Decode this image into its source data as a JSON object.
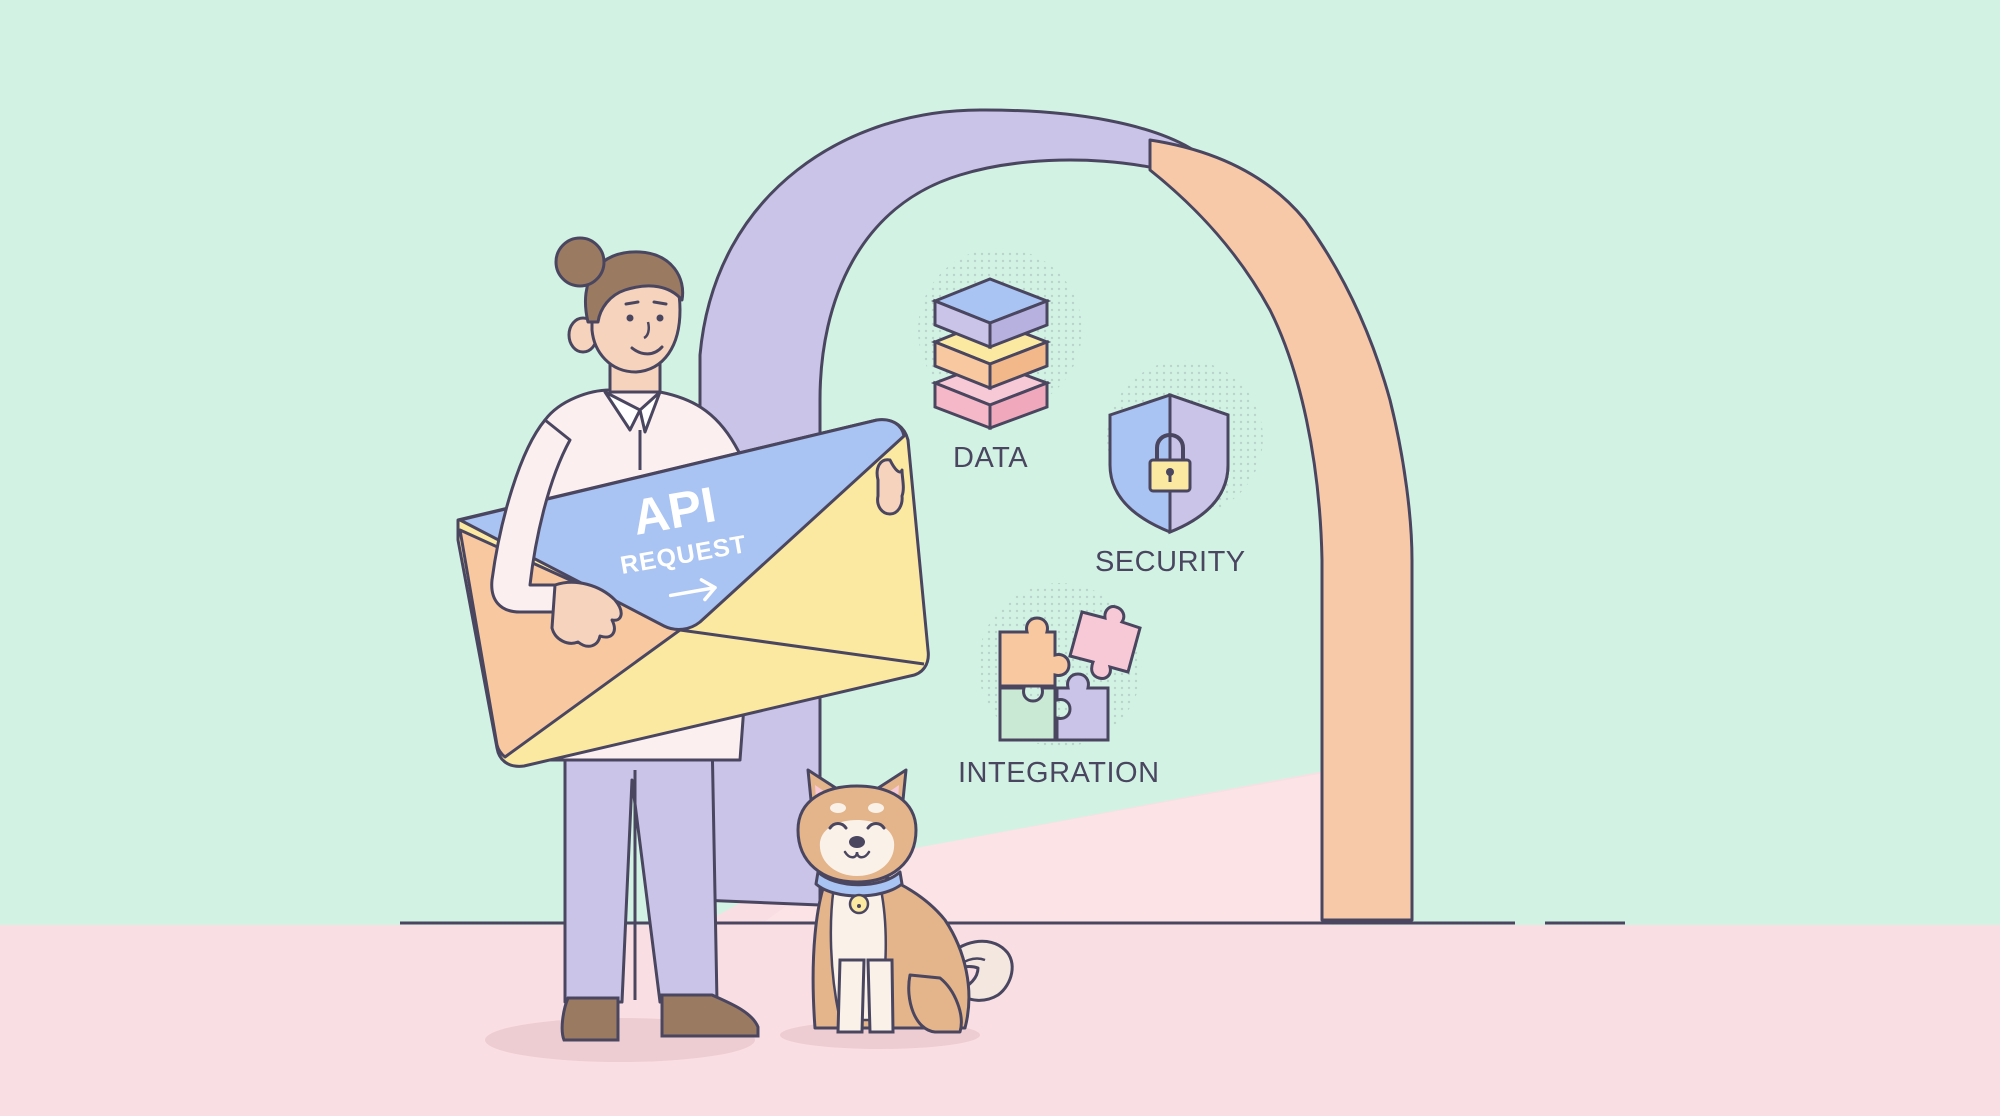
{
  "labels": {
    "data": "DATA",
    "security": "SECURITY",
    "integration": "INTEGRATION"
  },
  "envelope": {
    "title": "API",
    "subtitle": "REQUEST"
  },
  "icons": {
    "data": "database-stack-icon",
    "security": "shield-lock-icon",
    "integration": "puzzle-pieces-icon",
    "envelope_arrow": "arrow-right-icon",
    "collar_bell": "bell-icon"
  },
  "colors": {
    "background": "#d2f3e4",
    "floor": "#f9dfe3",
    "arch_left": "#c9c4e8",
    "arch_right": "#f7c9a8",
    "outline": "#4a4660",
    "envelope_flap": "#a9c3f2",
    "envelope_body": "#fbe9a2",
    "envelope_side": "#f8c9a0",
    "dog_fur": "#e4b48a"
  }
}
